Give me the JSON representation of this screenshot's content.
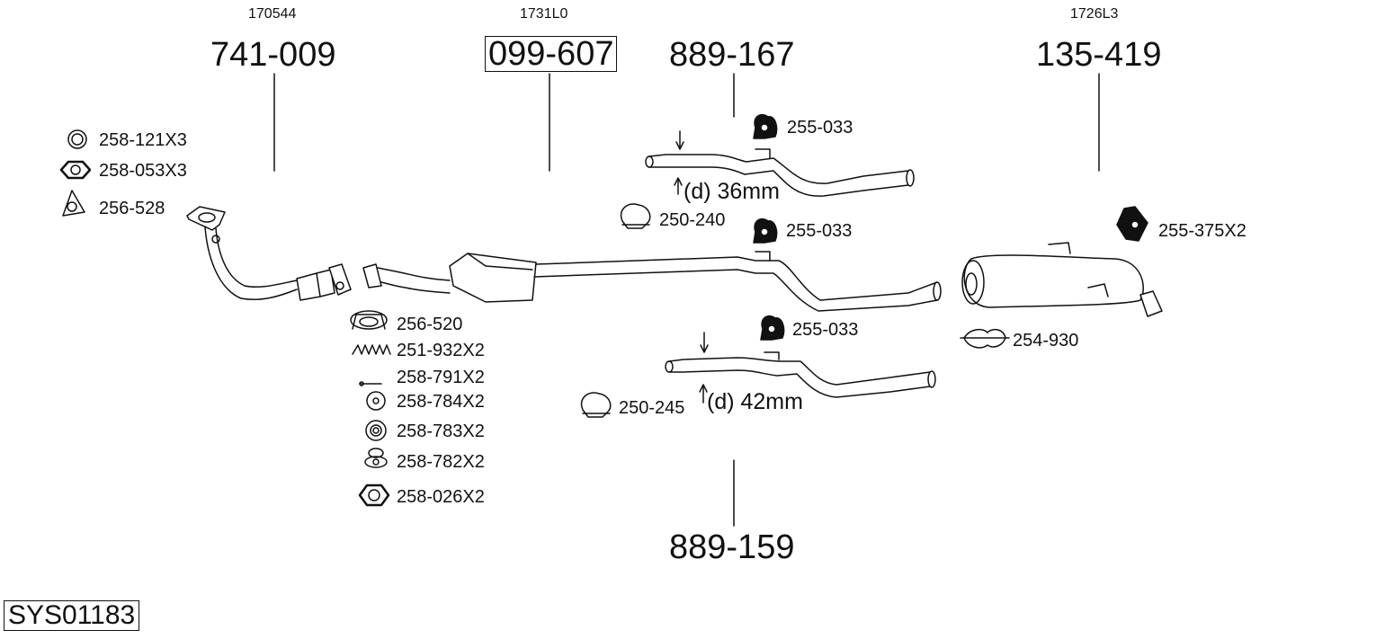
{
  "diagram": {
    "system_code": "SYS01183",
    "main_parts": {
      "front_pipe": {
        "ref": "170544",
        "number": "741-009"
      },
      "catalyst": {
        "ref": "1731L0",
        "number": "099-607"
      },
      "middle_pipe_36": {
        "number": "889-167",
        "diameter_label": "(d) 36mm"
      },
      "middle_pipe_42": {
        "number": "889-159",
        "diameter_label": "(d) 42mm"
      },
      "rear_silencer": {
        "ref": "1726L3",
        "number": "135-419"
      }
    },
    "fittings": {
      "ring_1": "258-121X3",
      "nut_1": "258-053X3",
      "gasket_1": "256-528",
      "gasket_2": "256-520",
      "spring": "251-932X2",
      "bolt": "258-791X2",
      "washer_1": "258-784X2",
      "washer_2": "258-783X2",
      "bushing": "258-782X2",
      "nut_2": "258-026X2",
      "hanger_1": "255-033",
      "hanger_2": "255-033",
      "hanger_3": "255-033",
      "clamp_1": "250-240",
      "clamp_2": "250-245",
      "mount_rubber": "255-375X2",
      "clamp_3": "254-930"
    }
  }
}
